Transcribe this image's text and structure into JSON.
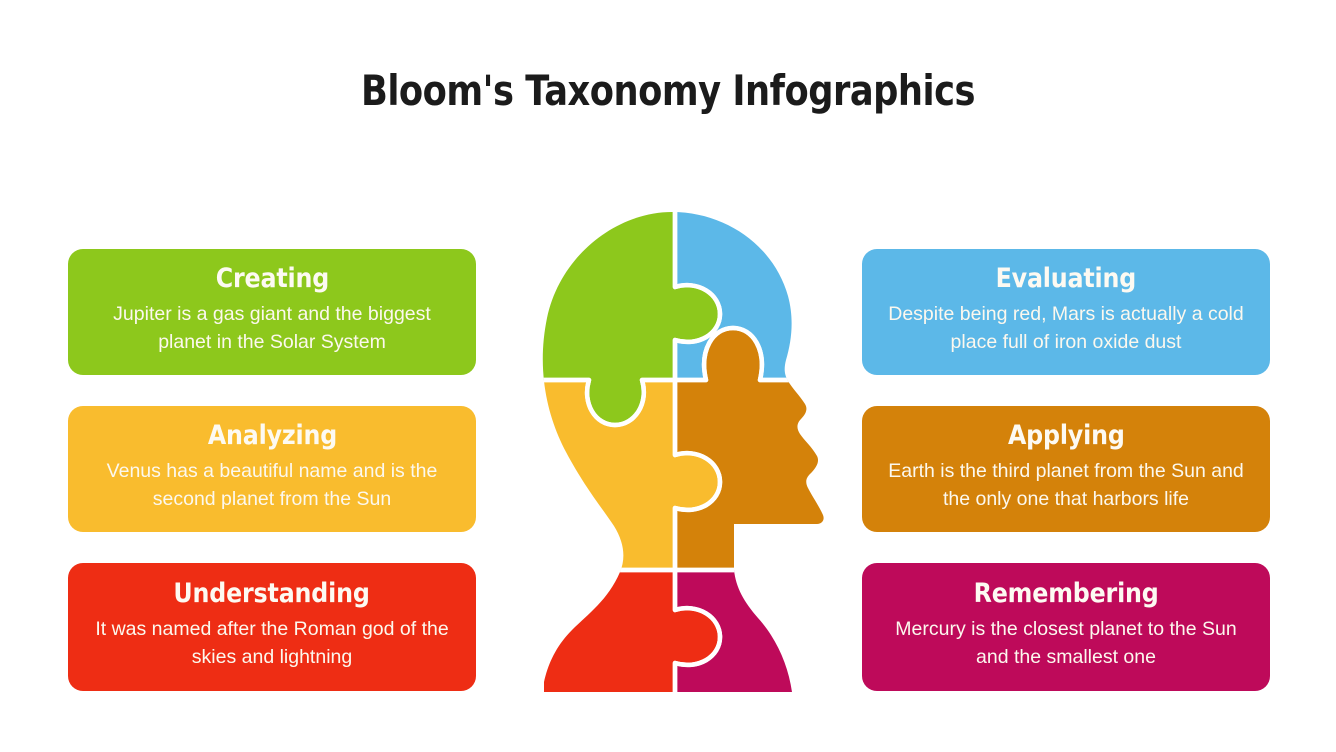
{
  "slide": {
    "title": "Bloom's Taxonomy Infographics",
    "background": "#ffffff"
  },
  "palette": {
    "green": "#8DC81C",
    "blue": "#5CB8E8",
    "yellow": "#F9BC2E",
    "orange": "#D4820A",
    "red": "#EE2D14",
    "magenta": "#BE0A5A",
    "title_text": "#1b1b1b",
    "card_text": "#ffffff",
    "seam": "#ffffff"
  },
  "cards": {
    "left": [
      {
        "id": "creating",
        "title": "Creating",
        "body": "Jupiter is a gas giant and the biggest planet in the Solar System",
        "color": "#8DC81C"
      },
      {
        "id": "analyzing",
        "title": "Analyzing",
        "body": "Venus has a beautiful name and is the second planet from the Sun",
        "color": "#F9BC2E"
      },
      {
        "id": "understanding",
        "title": "Understanding",
        "body": "It was named after the Roman god of the skies and lightning",
        "color": "#EE2D14"
      }
    ],
    "right": [
      {
        "id": "evaluating",
        "title": "Evaluating",
        "body": "Despite being red, Mars is actually a cold place full of iron oxide dust",
        "color": "#5CB8E8"
      },
      {
        "id": "applying",
        "title": "Applying",
        "body": "Earth is the third planet from the Sun and the only one that harbors life",
        "color": "#D4820A"
      },
      {
        "id": "remembering",
        "title": "Remembering",
        "body": "Mercury is the closest planet to the Sun and the smallest one",
        "color": "#BE0A5A"
      }
    ]
  },
  "graphic": {
    "name": "puzzle-head-silhouette",
    "description": "Human head shown in right-facing profile, divided into six jigsaw puzzle pieces arranged in a 2 by 3 grid",
    "pieces": [
      {
        "position": "top-left",
        "color": "#8DC81C",
        "maps_to": "Creating"
      },
      {
        "position": "top-right",
        "color": "#5CB8E8",
        "maps_to": "Evaluating"
      },
      {
        "position": "middle-left",
        "color": "#F9BC2E",
        "maps_to": "Analyzing"
      },
      {
        "position": "middle-right",
        "color": "#D4820A",
        "maps_to": "Applying"
      },
      {
        "position": "bottom-left",
        "color": "#EE2D14",
        "maps_to": "Understanding"
      },
      {
        "position": "bottom-right",
        "color": "#BE0A5A",
        "maps_to": "Remembering"
      }
    ]
  }
}
